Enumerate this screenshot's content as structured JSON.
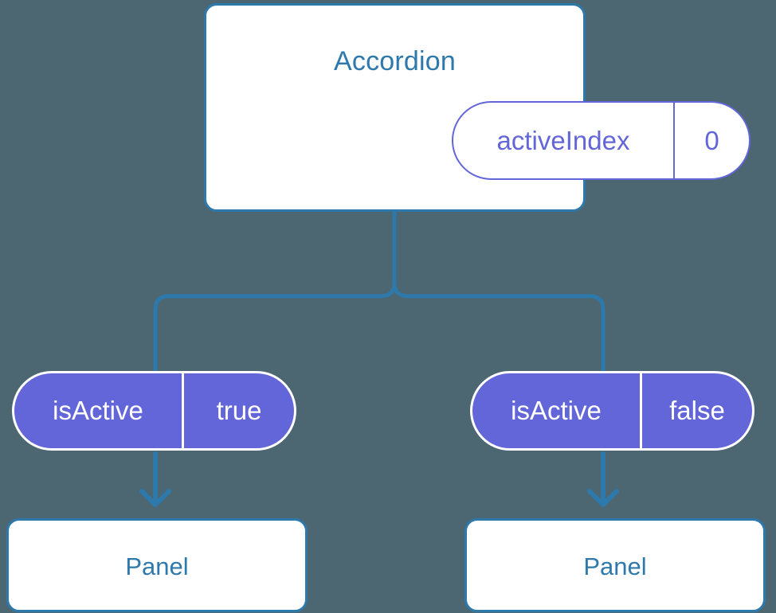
{
  "diagram": {
    "type": "component-tree",
    "background_color": "#4c6771",
    "accent_blue": "#2e79ac",
    "accent_purple": "#6366d8",
    "root": {
      "title": "Accordion",
      "state": {
        "key": "activeIndex",
        "value": "0"
      }
    },
    "branches": [
      {
        "prop": {
          "key": "isActive",
          "value": "true"
        },
        "child": {
          "title": "Panel"
        }
      },
      {
        "prop": {
          "key": "isActive",
          "value": "false"
        },
        "child": {
          "title": "Panel"
        }
      }
    ]
  }
}
